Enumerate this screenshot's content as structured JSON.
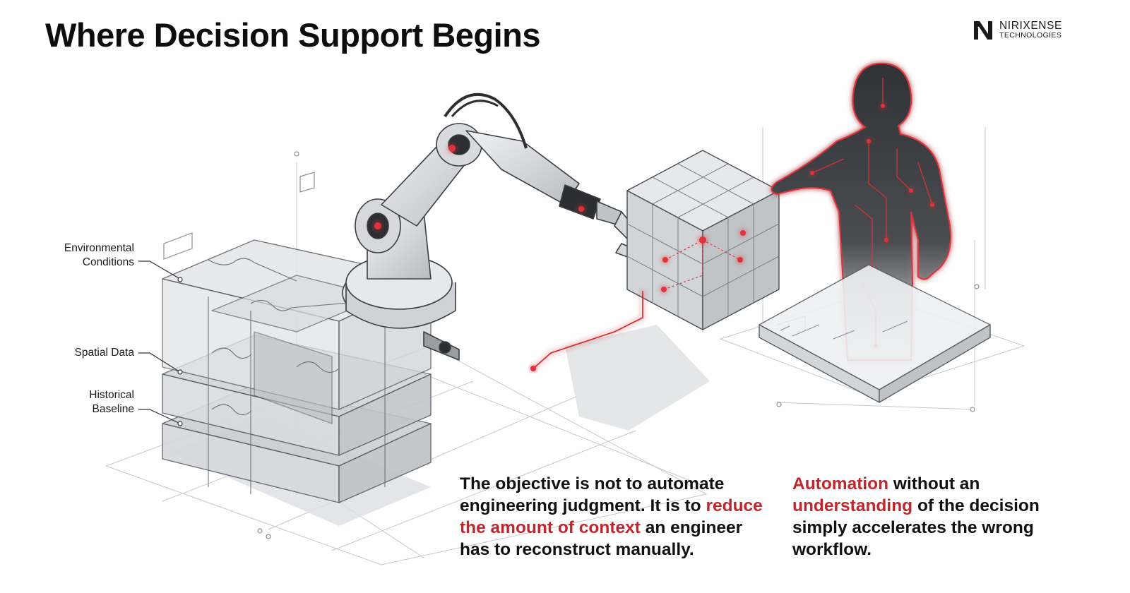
{
  "title": "Where Decision Support Begins",
  "logo": {
    "name": "NIRIXENSE",
    "subtitle": "TECHNOLOGIES",
    "icon": "n-monogram-icon"
  },
  "layers": [
    {
      "line1": "Environmental",
      "line2": "Conditions"
    },
    {
      "line1": "Spatial Data",
      "line2": ""
    },
    {
      "line1": "Historical",
      "line2": "Baseline"
    }
  ],
  "paragraph_left": {
    "line1": "The objective is not to automate",
    "line2_a": "engineering judgment. It is to ",
    "line2_b": "reduce",
    "line3_a": "the amount of context",
    "line3_b": " an engineer",
    "line4": "has to reconstruct manually."
  },
  "paragraph_right": {
    "line1_a": "Automation",
    "line1_b": " without an",
    "line2_a": "understanding",
    "line2_b": " of the decision",
    "line3": "simply accelerates the wrong",
    "line4": "workflow."
  },
  "icons": {
    "robot": "robotic-arm-icon",
    "cube": "puzzle-cube-icon",
    "stack": "layered-puzzle-blocks-icon",
    "human": "circuit-human-figure-icon"
  },
  "colors": {
    "accent": "#c0272d",
    "glow": "#e0333a",
    "line": "#8a8f96"
  }
}
